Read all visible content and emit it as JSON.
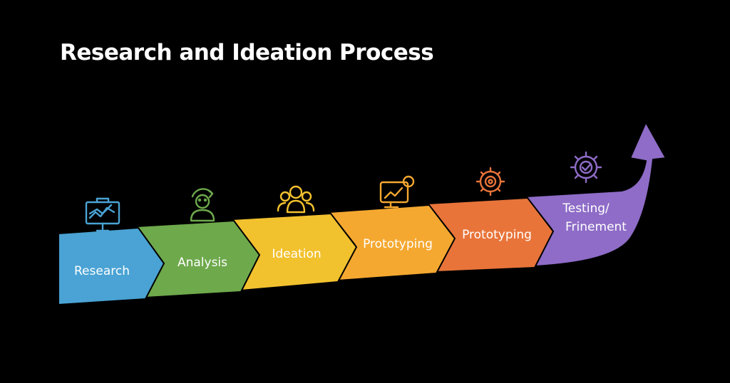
{
  "title": "Research and Ideation Process",
  "steps": [
    {
      "label": "Research",
      "color": "#4aa3d4",
      "icon": "presentation-chart-icon"
    },
    {
      "label": "Analysis",
      "color": "#6ea94c",
      "icon": "person-refresh-icon"
    },
    {
      "label": "Ideation",
      "color": "#f2c12e",
      "icon": "team-group-icon"
    },
    {
      "label": "Prototyping",
      "color": "#f5a830",
      "icon": "monitor-chart-icon"
    },
    {
      "label": "Prototyping",
      "color": "#e8743a",
      "icon": "gear-icon"
    },
    {
      "label_line1": "Testing/",
      "label_line2": "Frinement",
      "color": "#8e6cc7",
      "icon": "gear-check-icon"
    }
  ]
}
